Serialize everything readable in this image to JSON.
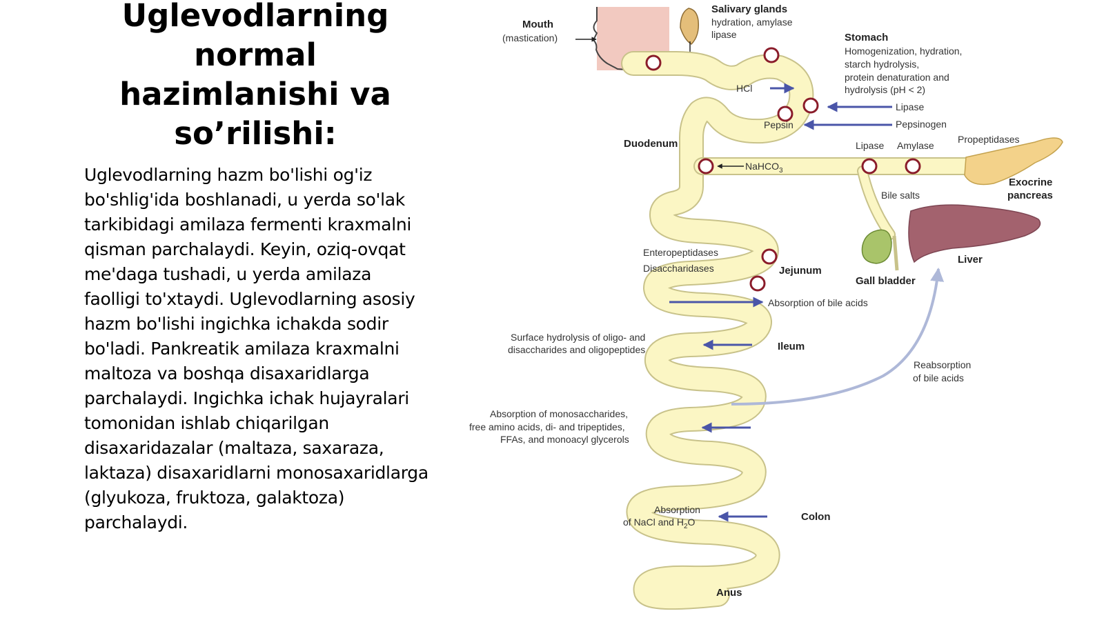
{
  "slide": {
    "title": "Uglevodlarning normal hazimlanishi va so’rilishi:",
    "body": " Uglevodlarning hazm bo'lishi og'iz bo'shlig'ida boshlanadi, u yerda so'lak tarkibidagi amilaza fermenti kraxmalni qisman parchalaydi. Keyin, oziq-ovqat me'daga tushadi, u yerda amilaza faolligi to'xtaydi. Uglevodlarning asosiy hazm bo'lishi ingichka ichakda sodir bo'ladi. Pankreatik amilaza kraxmalni maltoza va boshqa disaxaridlarga parchalaydi. Ingichka ichak hujayralari tomonidan ishlab chiqarilgan disaxaridazalar (maltaza, saxaraza, laktaza) disaxaridlarni monosaxaridlarga (glyukoza, fruktoza, galaktoza) parchalaydi."
  },
  "diagram": {
    "mouth": "Mouth",
    "mastication": "(mastication)",
    "salivary": "Salivary glands",
    "salivary_1": "hydration, amylase",
    "salivary_2": "lipase",
    "stomach": "Stomach",
    "stomach_1": "Homogenization, hydration,",
    "stomach_2": "starch hydrolysis,",
    "stomach_3": "protein denaturation and",
    "stomach_4": "hydrolysis (pH < 2)",
    "hcl": "HCl",
    "lipase_stomach": "Lipase",
    "pepsin": "Pepsin",
    "pepsinogen": "Pepsinogen",
    "duodenum": "Duodenum",
    "nahco3_main": "NaHCO",
    "nahco3_sub": "3",
    "lipase_pancreas": "Lipase",
    "amylase": "Amylase",
    "propeptidases": "Propeptidases",
    "exocrine_1": "Exocrine",
    "exocrine_2": "pancreas",
    "bile_salts": "Bile salts",
    "liver": "Liver",
    "gall_bladder": "Gall bladder",
    "enteropeptidases": "Enteropeptidases",
    "disaccharidases": "Disaccharidases",
    "jejunum": "Jejunum",
    "absorption_bile": "Absorption of bile acids",
    "surface_1": "Surface hydrolysis of oligo- and",
    "surface_2": "disaccharides and oligopeptides",
    "ileum": "Ileum",
    "reabsorption_1": "Reabsorption",
    "reabsorption_2": "of bile acids",
    "mono_1": "Absorption of monosaccharides,",
    "mono_2": "free amino acids, di- and tripeptides,",
    "mono_3": "FFAs, and monoacyl glycerols",
    "absorption_nacl_1": "Absorption",
    "absorption_nacl_2a": "of NaCl and H",
    "absorption_nacl_2b": "2",
    "absorption_nacl_2c": "O",
    "colon": "Colon",
    "anus": "Anus"
  },
  "colors": {
    "gut_fill": "#fbf6c4",
    "gut_stroke": "#c8c28a",
    "arrow_blue": "#4a55a8",
    "enzyme_red": "#8a1c2a",
    "liver": "#a3626e",
    "gall": "#a9c46a",
    "mouth_pink": "#f2c9c0"
  }
}
